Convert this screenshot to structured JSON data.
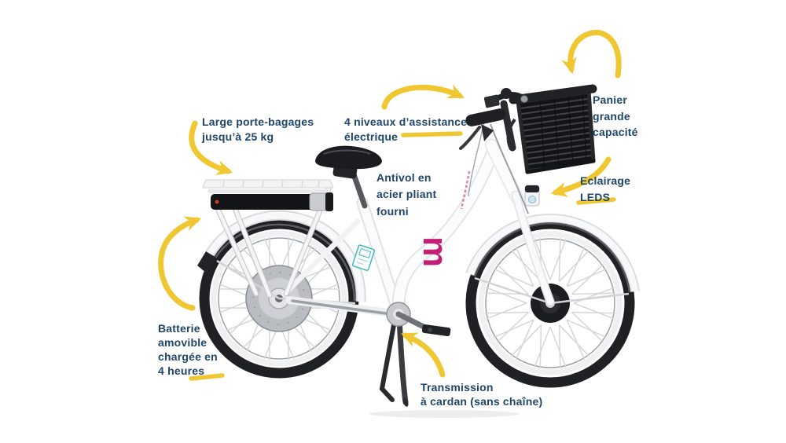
{
  "colors": {
    "background": "#ffffff",
    "label_text": "#1f4569",
    "arrow_yellow": "#f0c631",
    "frame_white": "#fafbfc",
    "tire_black": "#202125",
    "logo_magenta": "#c41f74",
    "sticker_teal": "#3ab5c6"
  },
  "callouts": {
    "rack": "Large porte-bagages\njusqu’à 25 kg",
    "assistance": "4 niveaux d’assistance\nélectrique",
    "basket": "Panier\ngrande\ncapacité",
    "lighting": "Eclairage\nLEDS",
    "lock": "Antivol en\nacier pliant\nfourni",
    "battery": "Batterie\namovible\nchargée en\n4 heures",
    "transmission": "Transmission\nà cardan (sans chaîne)"
  },
  "bike": {
    "frame_logo_letter": "m"
  },
  "icons": {
    "arrows": [
      "arrow-to-rack-icon",
      "arrow-to-assist-controls-icon",
      "loop-arrow-to-basket-icon",
      "arrow-to-front-light-icon",
      "arrow-to-battery-icon",
      "arrow-to-cardan-icon"
    ],
    "underlines": [
      "underline-assistance",
      "underline-leds",
      "underline-4-heures"
    ]
  }
}
